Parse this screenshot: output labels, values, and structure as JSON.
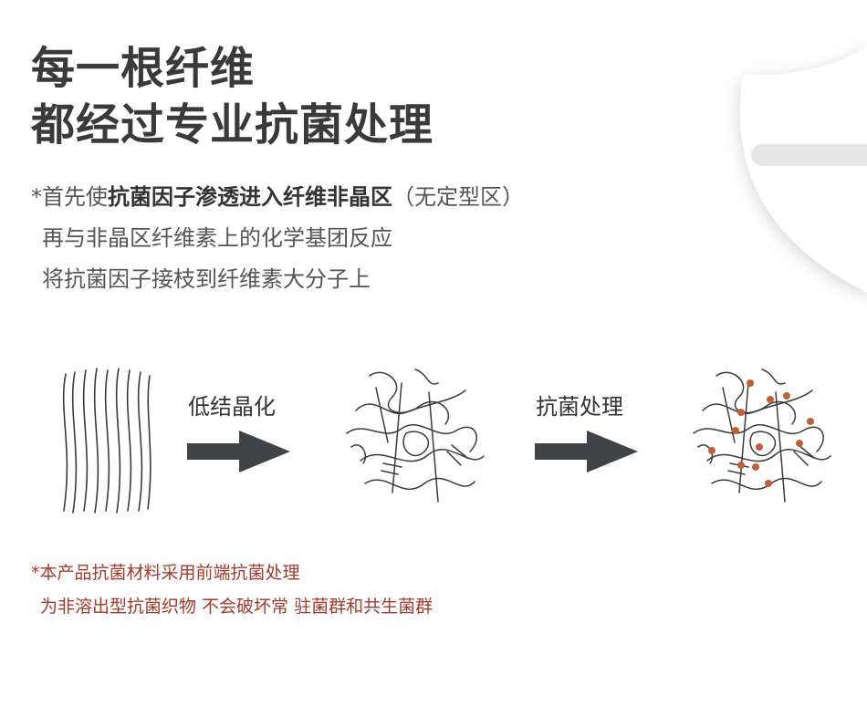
{
  "heading": {
    "line1": "每一根纤维",
    "line2": "都经过专业抗菌处理"
  },
  "description": {
    "line1_prefix": "*首先使",
    "line1_bold": "抗菌因子渗透进入纤维非晶区",
    "line1_suffix": "（无定型区）",
    "line2": "再与非晶区纤维素上的化学基团反应",
    "line3": "将抗菌因子接枝到纤维素大分子上"
  },
  "diagram": {
    "step1_label": "低结晶化",
    "step2_label": "抗菌处理",
    "arrow_color": "#3f4448",
    "dot_color": "#c0603a"
  },
  "note": {
    "line1": "*本产品抗菌材料采用前端抗菌处理",
    "line2": "为非溶出型抗菌织物 不会破坏常 驻菌群和共生菌群"
  },
  "icons": [
    "shield-icon",
    "straight-fibers-icon",
    "arrow-right-icon",
    "tangled-fibers-icon",
    "treated-fibers-icon"
  ]
}
